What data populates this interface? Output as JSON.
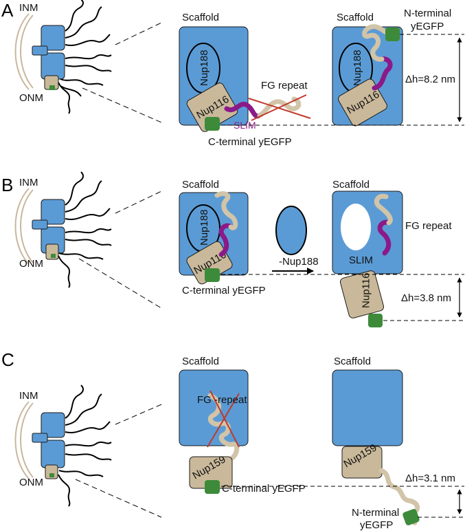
{
  "colors": {
    "scaffold": "#5b9bd5",
    "nup116_box": "#c9b99a",
    "fg_repeat": "#d2c4a8",
    "slim": "#8b1a89",
    "yegfp": "#3d8b3a",
    "cross": "#c0392b",
    "membrane": "#c8b79b"
  },
  "panels": {
    "A": {
      "letter": "A",
      "inm": "INM",
      "onm": "ONM",
      "scaffold_left": "Scaffold",
      "scaffold_right": "Scaffold",
      "nup188": "Nup188",
      "nup116_left": "Nup116",
      "nup116_right": "Nup116",
      "nup188_right": "Nup188",
      "fg_repeat": "FG repeat",
      "slim": "SLIM",
      "c_terminal": "C-terminal yEGFP",
      "n_terminal_line1": "N-terminal",
      "n_terminal_line2": "yEGFP",
      "delta_h": "Δh=8.2 nm"
    },
    "B": {
      "letter": "B",
      "inm": "INM",
      "onm": "ONM",
      "scaffold_left": "Scaffold",
      "scaffold_right": "Scaffold",
      "nup188": "Nup188",
      "nup116_left": "Nup116",
      "nup116_right": "Nup116",
      "minus_nup188": "-Nup188",
      "fg_repeat": "FG repeat",
      "slim": "SLIM",
      "c_terminal": "C-terminal yEGFP",
      "delta_h": "Δh=3.8 nm"
    },
    "C": {
      "letter": "C",
      "inm": "INM",
      "onm": "ONM",
      "scaffold_left": "Scaffold",
      "scaffold_right": "Scaffold",
      "fg_repeat": "FG -repeat",
      "nup159_left": "Nup159",
      "nup159_right": "Nup159",
      "c_terminal": "C-terminal yEGFP",
      "n_terminal_line1": "N-terminal",
      "n_terminal_line2": "yEGFP",
      "delta_h": "Δh=3.1 nm"
    }
  }
}
